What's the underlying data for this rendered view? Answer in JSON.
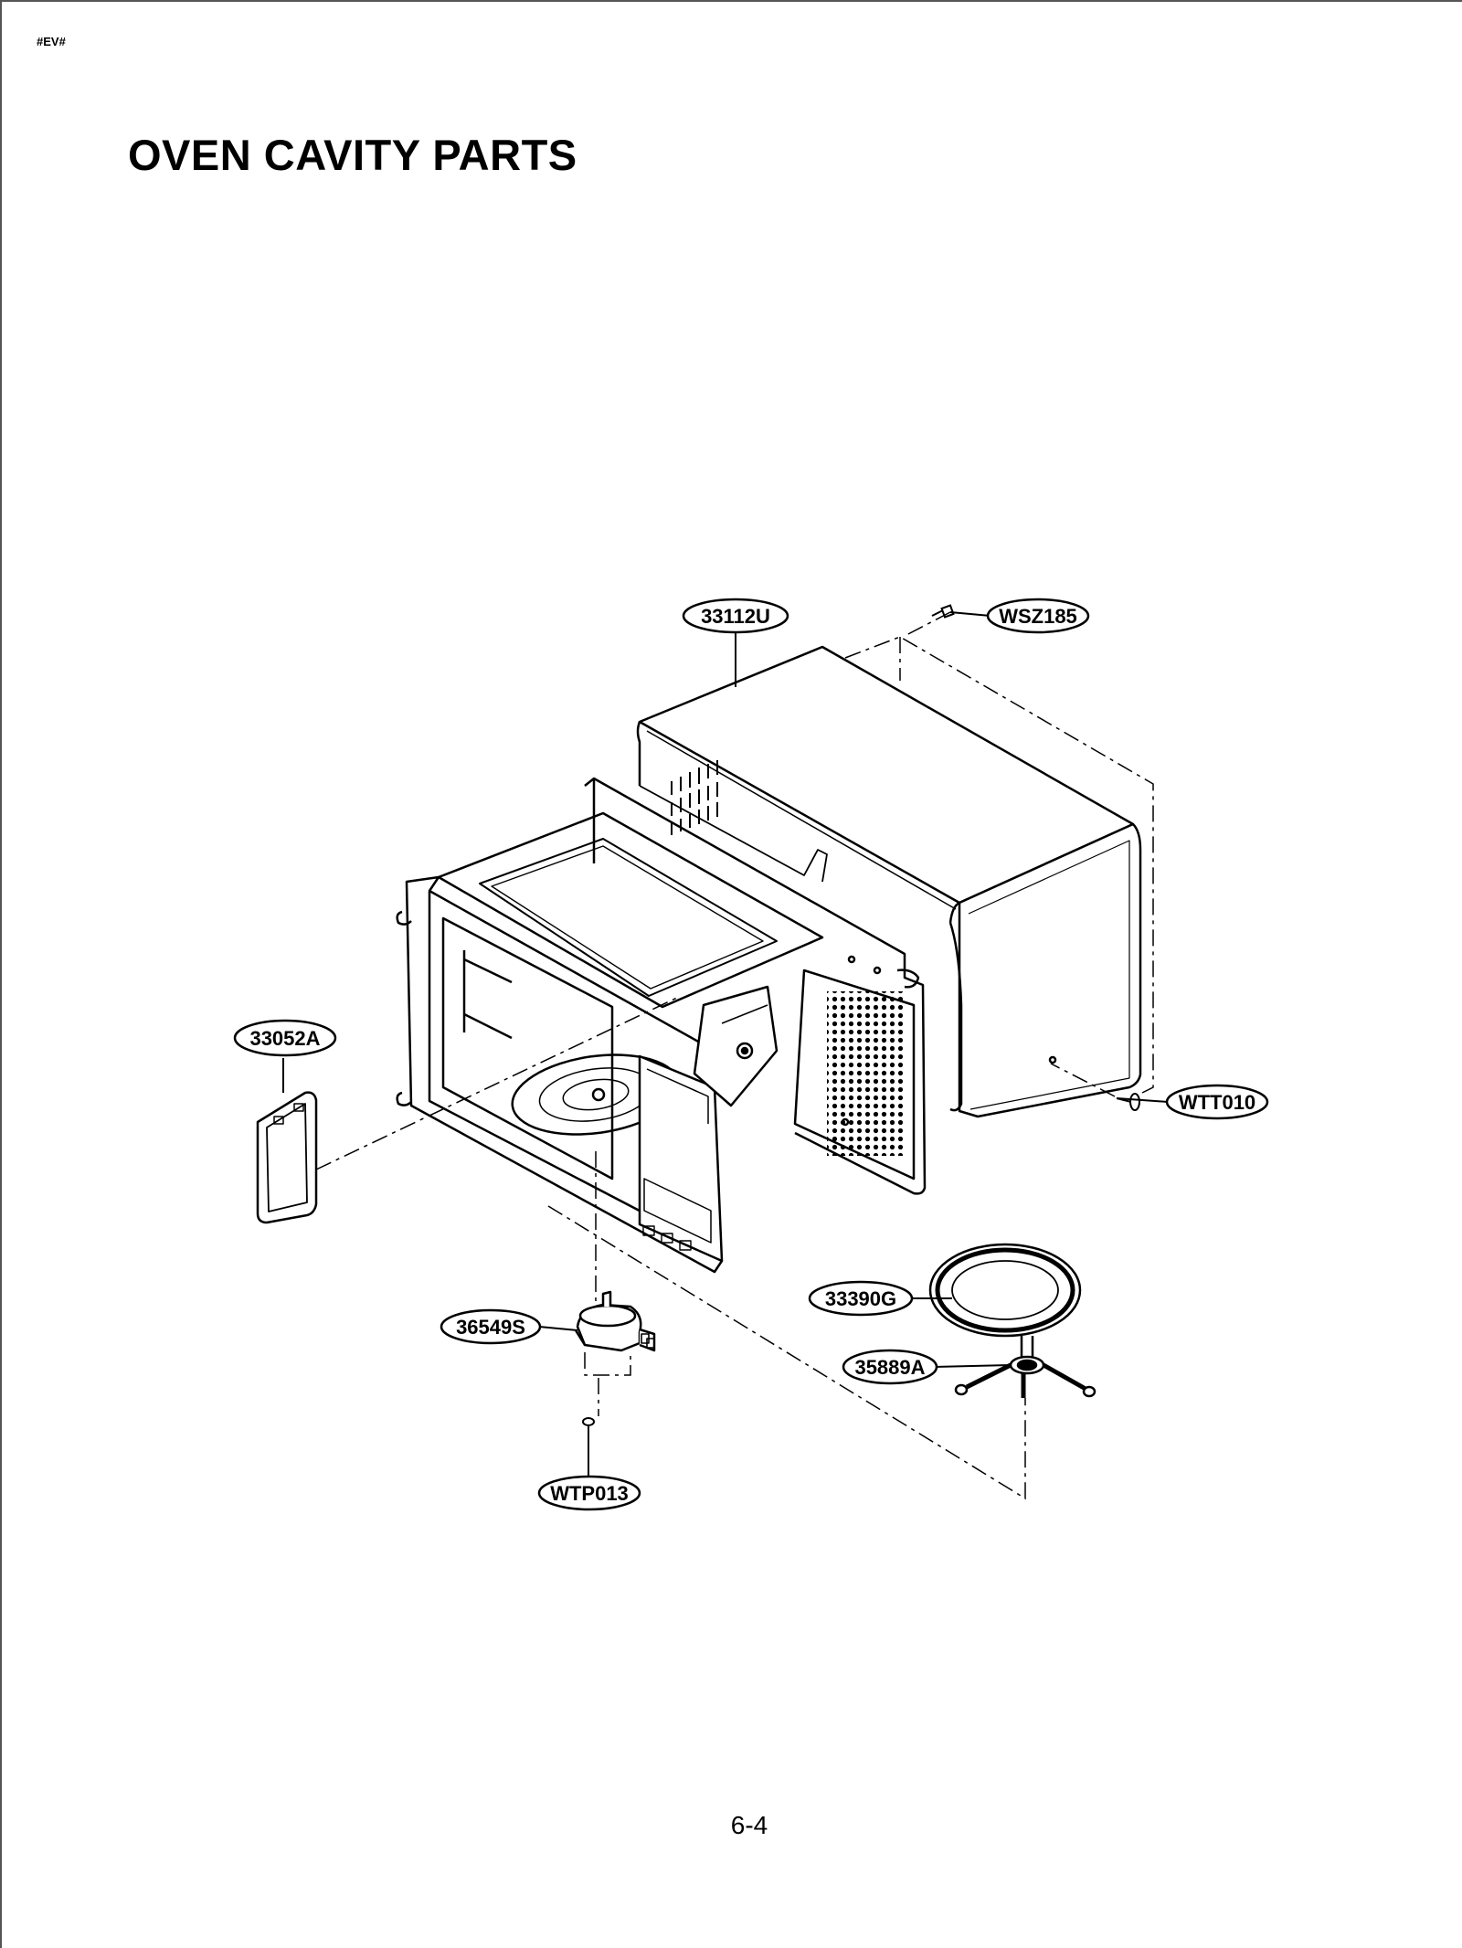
{
  "header": {
    "code": "#EV#"
  },
  "title": "OVEN CAVITY PARTS",
  "page_number": "6-4",
  "callouts": {
    "cabinet": "33112U",
    "screw_top": "WSZ185",
    "cover_plate": "33052A",
    "screw_side": "WTT010",
    "glass_tray": "33390G",
    "roller_guide": "35889A",
    "motor": "36549S",
    "screw_motor": "WTP013"
  }
}
